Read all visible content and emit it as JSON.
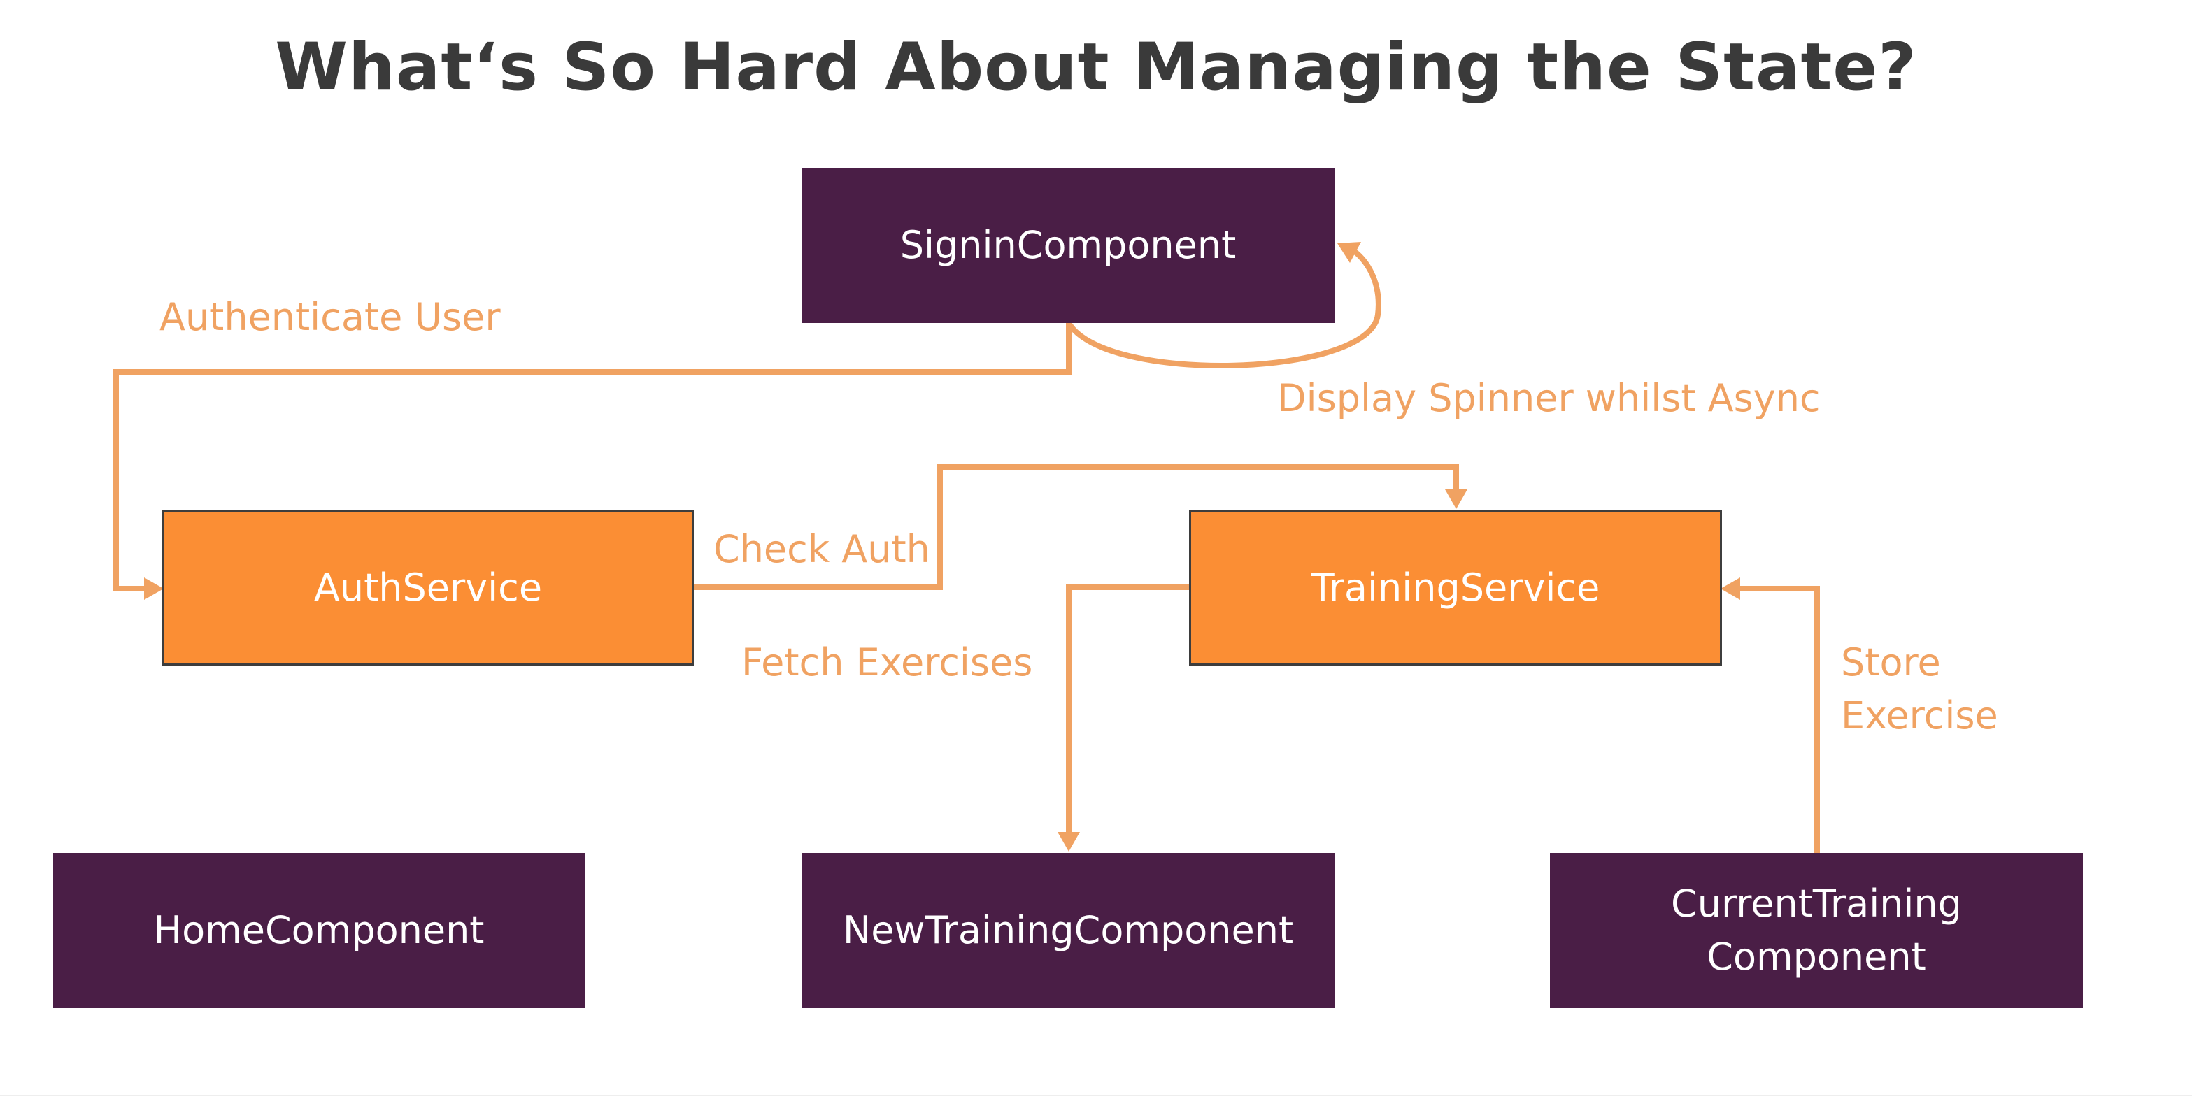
{
  "title": "What‘s So Hard About Managing the State?",
  "colors": {
    "component": "#4a1e46",
    "service": "#fb8e34",
    "edge": "#f0a262",
    "title": "#3a3a3a"
  },
  "nodes": {
    "signin": "SigninComponent",
    "auth": "AuthService",
    "training": "TrainingService",
    "home": "HomeComponent",
    "new_training": "NewTrainingComponent",
    "current_training": "CurrentTraining\nComponent"
  },
  "edges": {
    "authenticate_user": "Authenticate User",
    "display_spinner": "Display Spinner whilst Async",
    "check_auth": "Check Auth",
    "fetch_exercises": "Fetch Exercises",
    "store_exercise": "Store\nExercise"
  }
}
